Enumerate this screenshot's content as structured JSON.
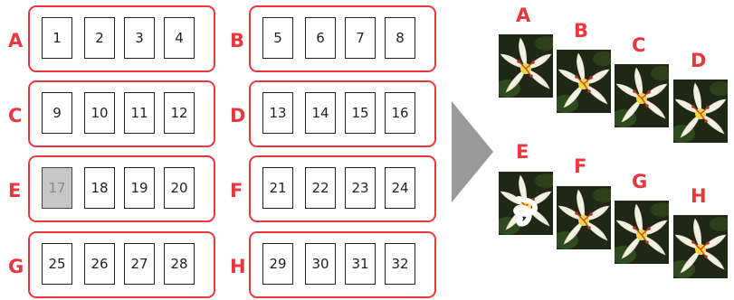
{
  "colors": {
    "accent": "#e8383d",
    "arrow": "#9a9a9a",
    "missing_cell": "#c7c7c7"
  },
  "groups": [
    {
      "label": "A",
      "cells": [
        "1",
        "2",
        "3",
        "4"
      ]
    },
    {
      "label": "B",
      "cells": [
        "5",
        "6",
        "7",
        "8"
      ]
    },
    {
      "label": "C",
      "cells": [
        "9",
        "10",
        "11",
        "12"
      ]
    },
    {
      "label": "D",
      "cells": [
        "13",
        "14",
        "15",
        "16"
      ]
    },
    {
      "label": "E",
      "cells": [
        "17",
        "18",
        "19",
        "20"
      ]
    },
    {
      "label": "F",
      "cells": [
        "21",
        "22",
        "23",
        "24"
      ]
    },
    {
      "label": "G",
      "cells": [
        "25",
        "26",
        "27",
        "28"
      ]
    },
    {
      "label": "H",
      "cells": [
        "29",
        "30",
        "31",
        "32"
      ]
    }
  ],
  "missing_cell": "17",
  "arrow_icon": "right-arrow-icon",
  "images": [
    {
      "label": "A",
      "icon": "lily-flower-image"
    },
    {
      "label": "B",
      "icon": "lily-flower-image"
    },
    {
      "label": "C",
      "icon": "lily-flower-image"
    },
    {
      "label": "D",
      "icon": "lily-flower-image"
    },
    {
      "label": "E",
      "icon": "lily-flower-damaged-image",
      "damaged": true
    },
    {
      "label": "F",
      "icon": "lily-flower-image"
    },
    {
      "label": "G",
      "icon": "lily-flower-image"
    },
    {
      "label": "H",
      "icon": "lily-flower-image"
    }
  ]
}
